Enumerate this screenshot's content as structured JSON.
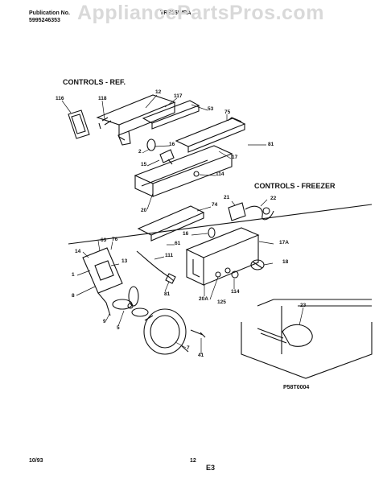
{
  "header": {
    "publication_label": "Publication No.",
    "publication_number": "5995246353",
    "model": "TRS26WRA",
    "watermark": "AppliancePartsPros.com"
  },
  "sections": {
    "ref": "CONTROLS - REF.",
    "freezer": "CONTROLS - FREEZER"
  },
  "callouts": {
    "c116": "116",
    "c118": "118",
    "c12": "12",
    "c117": "117",
    "c53": "53",
    "c75": "75",
    "c16": "16",
    "c2": "2",
    "c15": "15",
    "c81a": "81",
    "c17": "17",
    "c114a": "114",
    "c20": "20",
    "c22": "22",
    "c21": "21",
    "c74": "74",
    "c63": "63",
    "c76": "76",
    "c14": "14",
    "c16b": "16",
    "c61": "61",
    "c17a": "17A",
    "c13": "13",
    "c111": "111",
    "c18": "18",
    "c8": "8",
    "c1": "1",
    "c20a": "20A",
    "c125": "125",
    "c114b": "114",
    "c81b": "81",
    "c9": "9",
    "c5": "5",
    "c7": "7",
    "c41": "41",
    "c23": "23"
  },
  "figure_code": "P58T0004",
  "footer": {
    "date": "10/93",
    "page": "12",
    "code": "E3"
  }
}
